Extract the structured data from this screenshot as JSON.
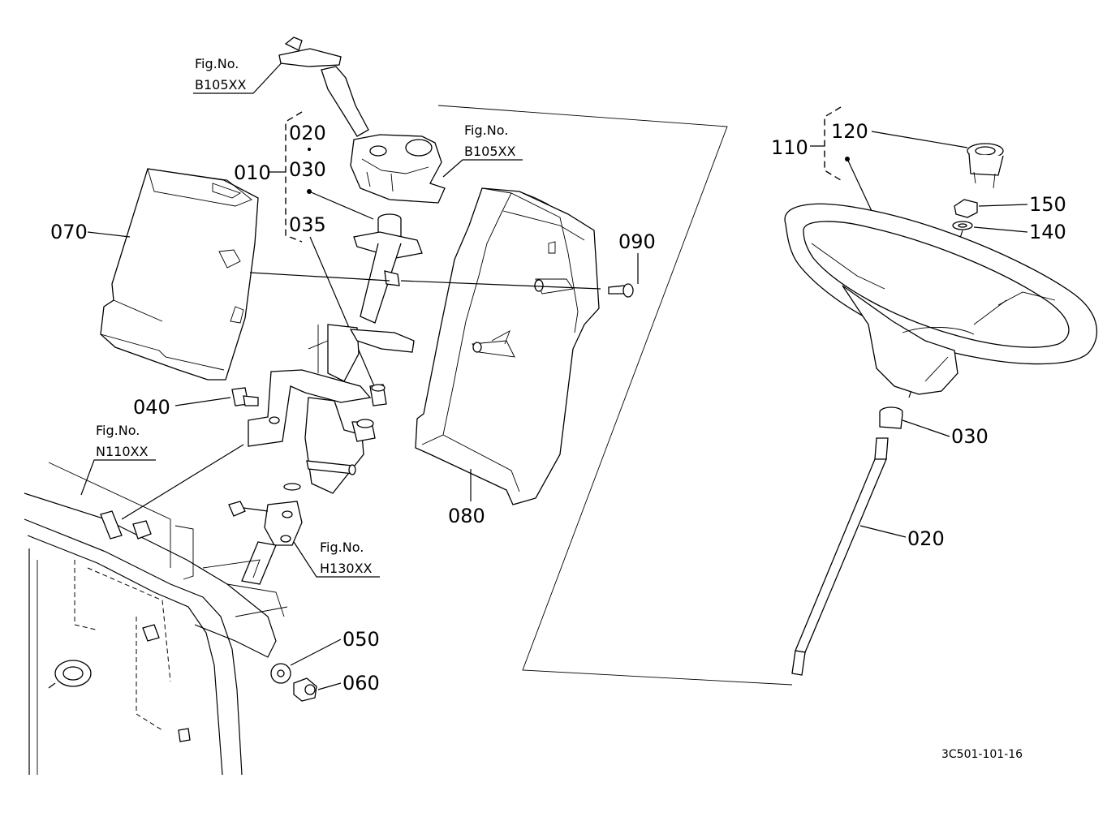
{
  "diagram": {
    "labels": {
      "p010": "010",
      "p020a": "020",
      "p030a": "030",
      "p035": "035",
      "p040": "040",
      "p050": "050",
      "p060": "060",
      "p070": "070",
      "p080": "080",
      "p090": "090",
      "p110": "110",
      "p120": "120",
      "p140": "140",
      "p150": "150",
      "p030b": "030",
      "p020b": "020"
    },
    "figrefs": {
      "fig1_title": "Fig.No.",
      "fig1_code": "B105XX",
      "fig2_title": "Fig.No.",
      "fig2_code": "B105XX",
      "fig3_title": "Fig.No.",
      "fig3_code": "N110XX",
      "fig4_title": "Fig.No.",
      "fig4_code": "H130XX"
    },
    "drawing_code": "3C501-101-16"
  }
}
